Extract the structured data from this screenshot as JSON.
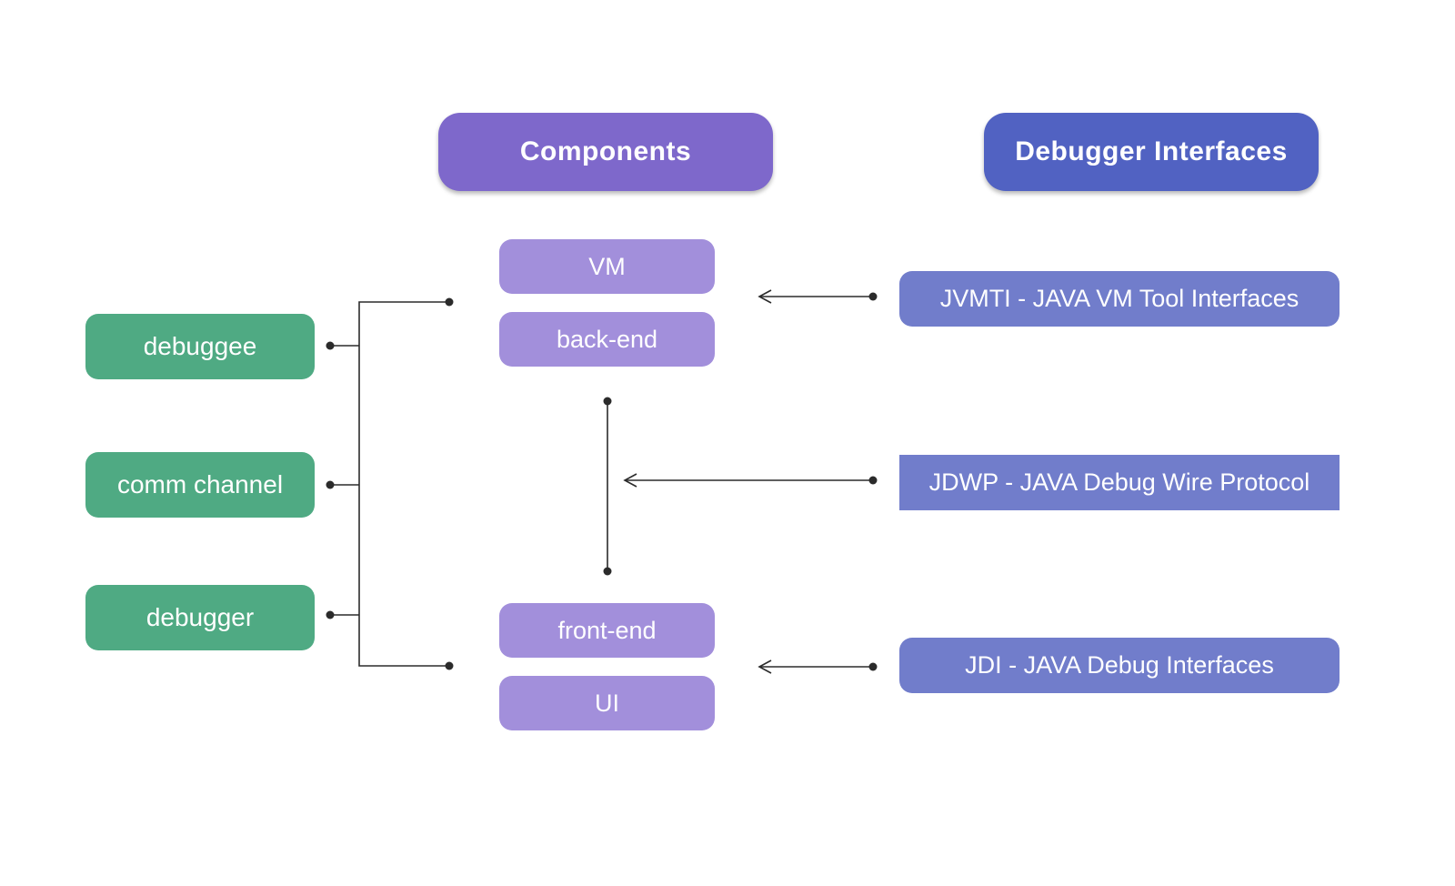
{
  "headers": {
    "components": "Components",
    "interfaces": "Debugger Interfaces"
  },
  "roles": {
    "debuggee": "debuggee",
    "comm_channel": "comm channel",
    "debugger": "debugger"
  },
  "components": {
    "vm": "VM",
    "back_end": "back-end",
    "front_end": "front-end",
    "ui": "UI"
  },
  "interfaces": {
    "jvmti": "JVMTI - JAVA VM Tool Interfaces",
    "jdwp": "JDWP - JAVA Debug Wire Protocol",
    "jdi": "JDI - JAVA Debug Interfaces"
  },
  "colors": {
    "components_header": "#7e68cb",
    "interfaces_header": "#5162c2",
    "role_boxes": "#4faa83",
    "component_boxes": "#a28fdb",
    "interface_boxes": "#717dcb",
    "connector_lines": "#2b2b2b"
  }
}
